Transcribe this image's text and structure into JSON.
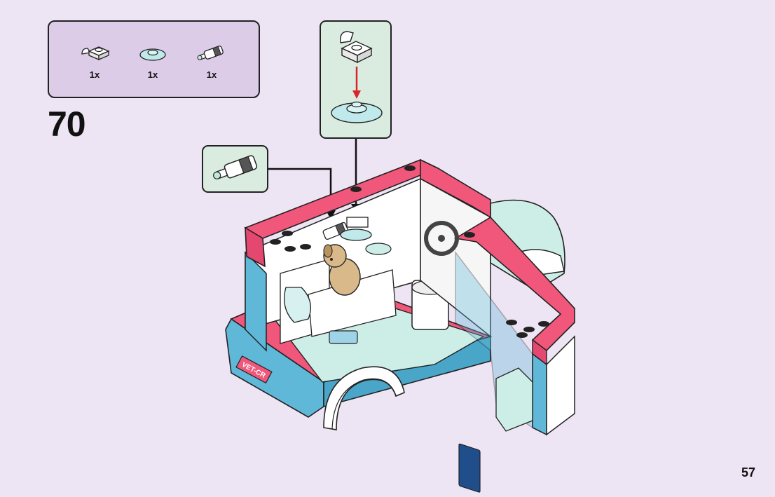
{
  "step": {
    "number": "70"
  },
  "parts_list": {
    "items": [
      {
        "qty": "1x",
        "icon": "clip-plate-icon"
      },
      {
        "qty": "1x",
        "icon": "round-dish-icon"
      },
      {
        "qty": "1x",
        "icon": "bottle-icon"
      }
    ]
  },
  "callouts": [
    {
      "icon": "clip-onto-dish-icon"
    },
    {
      "icon": "bottle-icon"
    }
  ],
  "vehicle": {
    "plate_text": "VET-CR"
  },
  "page": {
    "number": "57"
  },
  "colors": {
    "background": "#ede4f4",
    "parts_box": "#dccce8",
    "callout": "#d9ecdf",
    "coral": "#f0577a",
    "azure": "#5fb8d8",
    "white": "#ffffff",
    "aqua": "#cdeee6",
    "arrow_red": "#d8262d"
  }
}
